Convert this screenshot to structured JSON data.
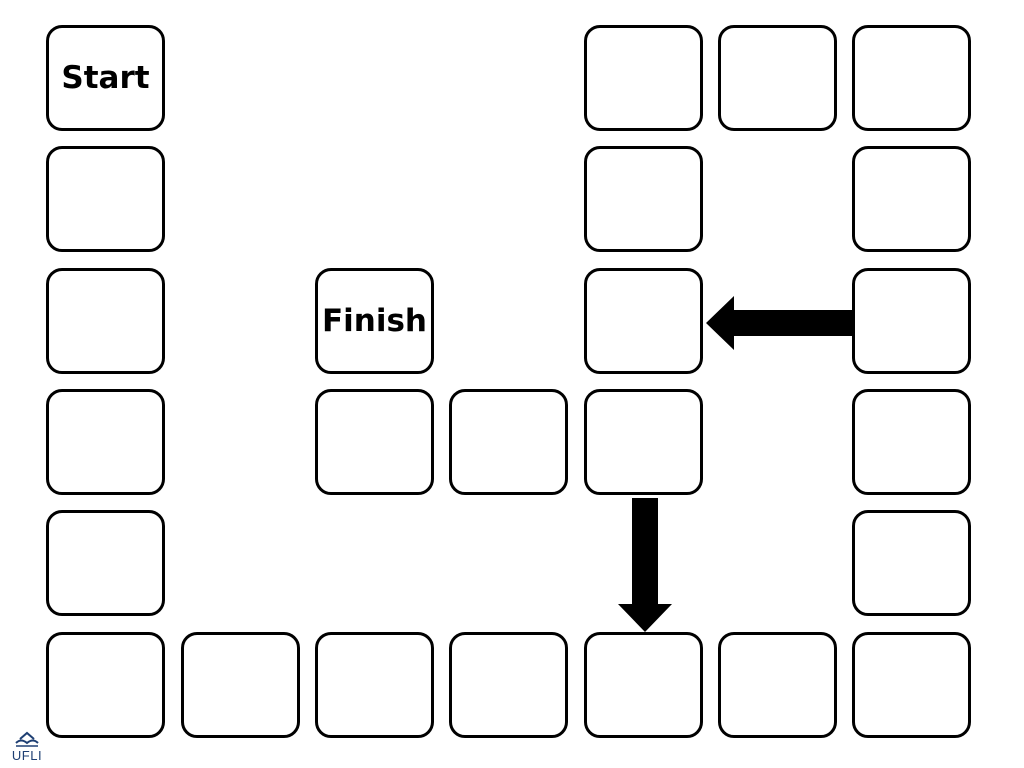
{
  "board": {
    "squares": [
      {
        "label": "Start"
      },
      {
        "label": ""
      },
      {
        "label": ""
      },
      {
        "label": ""
      },
      {
        "label": ""
      },
      {
        "label": ""
      },
      {
        "label": ""
      },
      {
        "label": ""
      },
      {
        "label": ""
      },
      {
        "label": ""
      },
      {
        "label": ""
      },
      {
        "label": ""
      },
      {
        "label": ""
      },
      {
        "label": ""
      },
      {
        "label": ""
      },
      {
        "label": ""
      },
      {
        "label": ""
      },
      {
        "label": ""
      },
      {
        "label": ""
      },
      {
        "label": ""
      },
      {
        "label": ""
      },
      {
        "label": ""
      },
      {
        "label": ""
      },
      {
        "label": ""
      },
      {
        "label": ""
      },
      {
        "label": ""
      },
      {
        "label": "Finish"
      }
    ],
    "arrows": [
      {
        "name": "arrow-left",
        "direction": "left"
      },
      {
        "name": "arrow-down",
        "direction": "down"
      }
    ]
  },
  "logo": {
    "text": "UFLI"
  }
}
